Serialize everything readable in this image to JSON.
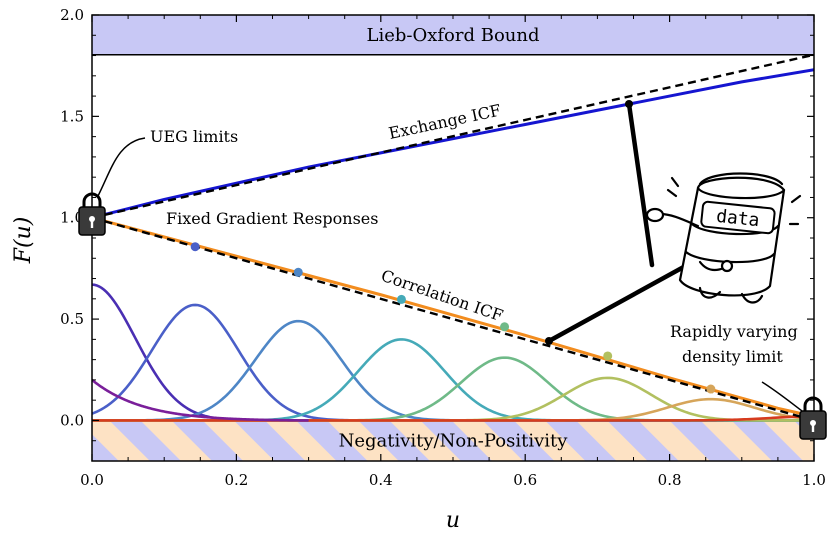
{
  "chart_data": {
    "type": "line",
    "xlabel": "u",
    "ylabel": "F(u)",
    "xlim": [
      0,
      1
    ],
    "ylim": [
      -0.2,
      2.0
    ],
    "xticks": [
      "0.0",
      "0.2",
      "0.4",
      "0.6",
      "0.8",
      "1.0"
    ],
    "xtick_values": [
      0,
      0.2,
      0.4,
      0.6,
      0.8,
      1.0
    ],
    "yticks": [
      "0.0",
      "0.5",
      "1.0",
      "1.5",
      "2.0"
    ],
    "ytick_values": [
      0,
      0.5,
      1.0,
      1.5,
      2.0
    ],
    "grid": false,
    "regions": {
      "lieb_oxford": {
        "label": "Lieb-Oxford Bound",
        "y_from": 1.804,
        "y_to": 2.0,
        "color": "#c8c8f5"
      },
      "negativity": {
        "label": "Negativity/Non-Positivity",
        "y_from": -0.2,
        "y_to": 0.0,
        "stripe_colors": [
          "#c8c8f5",
          "#fde2c4"
        ]
      }
    },
    "series": [
      {
        "label": "Exchange ICF",
        "color": "#1515d0",
        "style": "solid",
        "x": [
          0,
          0.1,
          0.2,
          0.3,
          0.4,
          0.5,
          0.6,
          0.7,
          0.8,
          0.9,
          1.0
        ],
        "y": [
          1.0,
          1.09,
          1.17,
          1.25,
          1.32,
          1.39,
          1.46,
          1.53,
          1.6,
          1.67,
          1.73
        ]
      },
      {
        "label": "",
        "color": "#000000",
        "style": "dashed",
        "x": [
          0,
          1.0
        ],
        "y": [
          1.0,
          1.804
        ]
      },
      {
        "label": "Correlation ICF",
        "color": "#f28c1e",
        "style": "solid",
        "x": [
          0,
          0.1,
          0.2,
          0.3,
          0.4,
          0.5,
          0.6,
          0.7,
          0.8,
          0.9,
          0.95,
          1.0
        ],
        "y": [
          1.0,
          0.905,
          0.81,
          0.715,
          0.62,
          0.52,
          0.42,
          0.315,
          0.21,
          0.11,
          0.06,
          0.02
        ]
      },
      {
        "label": "",
        "color": "#000000",
        "style": "dashed",
        "x": [
          0,
          1.0
        ],
        "y": [
          1.0,
          0.0
        ]
      }
    ],
    "gradient_responses": {
      "label": "Fixed Gradient Responses",
      "width": 0.06,
      "curves": [
        {
          "center": 0.0,
          "peak": 0.67,
          "color": "#4a2fb3"
        },
        {
          "center": 0.1429,
          "peak": 0.57,
          "color": "#4a5fc8"
        },
        {
          "center": 0.2857,
          "peak": 0.49,
          "color": "#4e86c6"
        },
        {
          "center": 0.4286,
          "peak": 0.4,
          "color": "#45aab8"
        },
        {
          "center": 0.5714,
          "peak": 0.31,
          "color": "#6fba88"
        },
        {
          "center": 0.7143,
          "peak": 0.21,
          "color": "#b2c060"
        },
        {
          "center": 0.8571,
          "peak": 0.105,
          "color": "#d6a55a"
        },
        {
          "center": 1.0,
          "peak": 0.02,
          "color": "#d63b1e"
        }
      ],
      "extra_curve": {
        "center": 0.0,
        "peak": 0.2,
        "color": "#7a1f9a",
        "decay": 0.09
      }
    },
    "markers": [
      {
        "x": 0.1429,
        "y": 0.857,
        "color": "#4a5fc8"
      },
      {
        "x": 0.2857,
        "y": 0.731,
        "color": "#4e86c6"
      },
      {
        "x": 0.4286,
        "y": 0.597,
        "color": "#45aab8"
      },
      {
        "x": 0.5714,
        "y": 0.462,
        "color": "#6fba88"
      },
      {
        "x": 0.7143,
        "y": 0.318,
        "color": "#b2c060"
      },
      {
        "x": 0.8571,
        "y": 0.155,
        "color": "#d6a55a"
      }
    ],
    "annotations": {
      "ueg_limits": "UEG limits",
      "fixed_gradient": "Fixed Gradient Responses",
      "exchange": "Exchange ICF",
      "correlation": "Correlation ICF",
      "rapid_line1": "Rapidly varying",
      "rapid_line2": "density limit",
      "data_label": "data"
    }
  }
}
